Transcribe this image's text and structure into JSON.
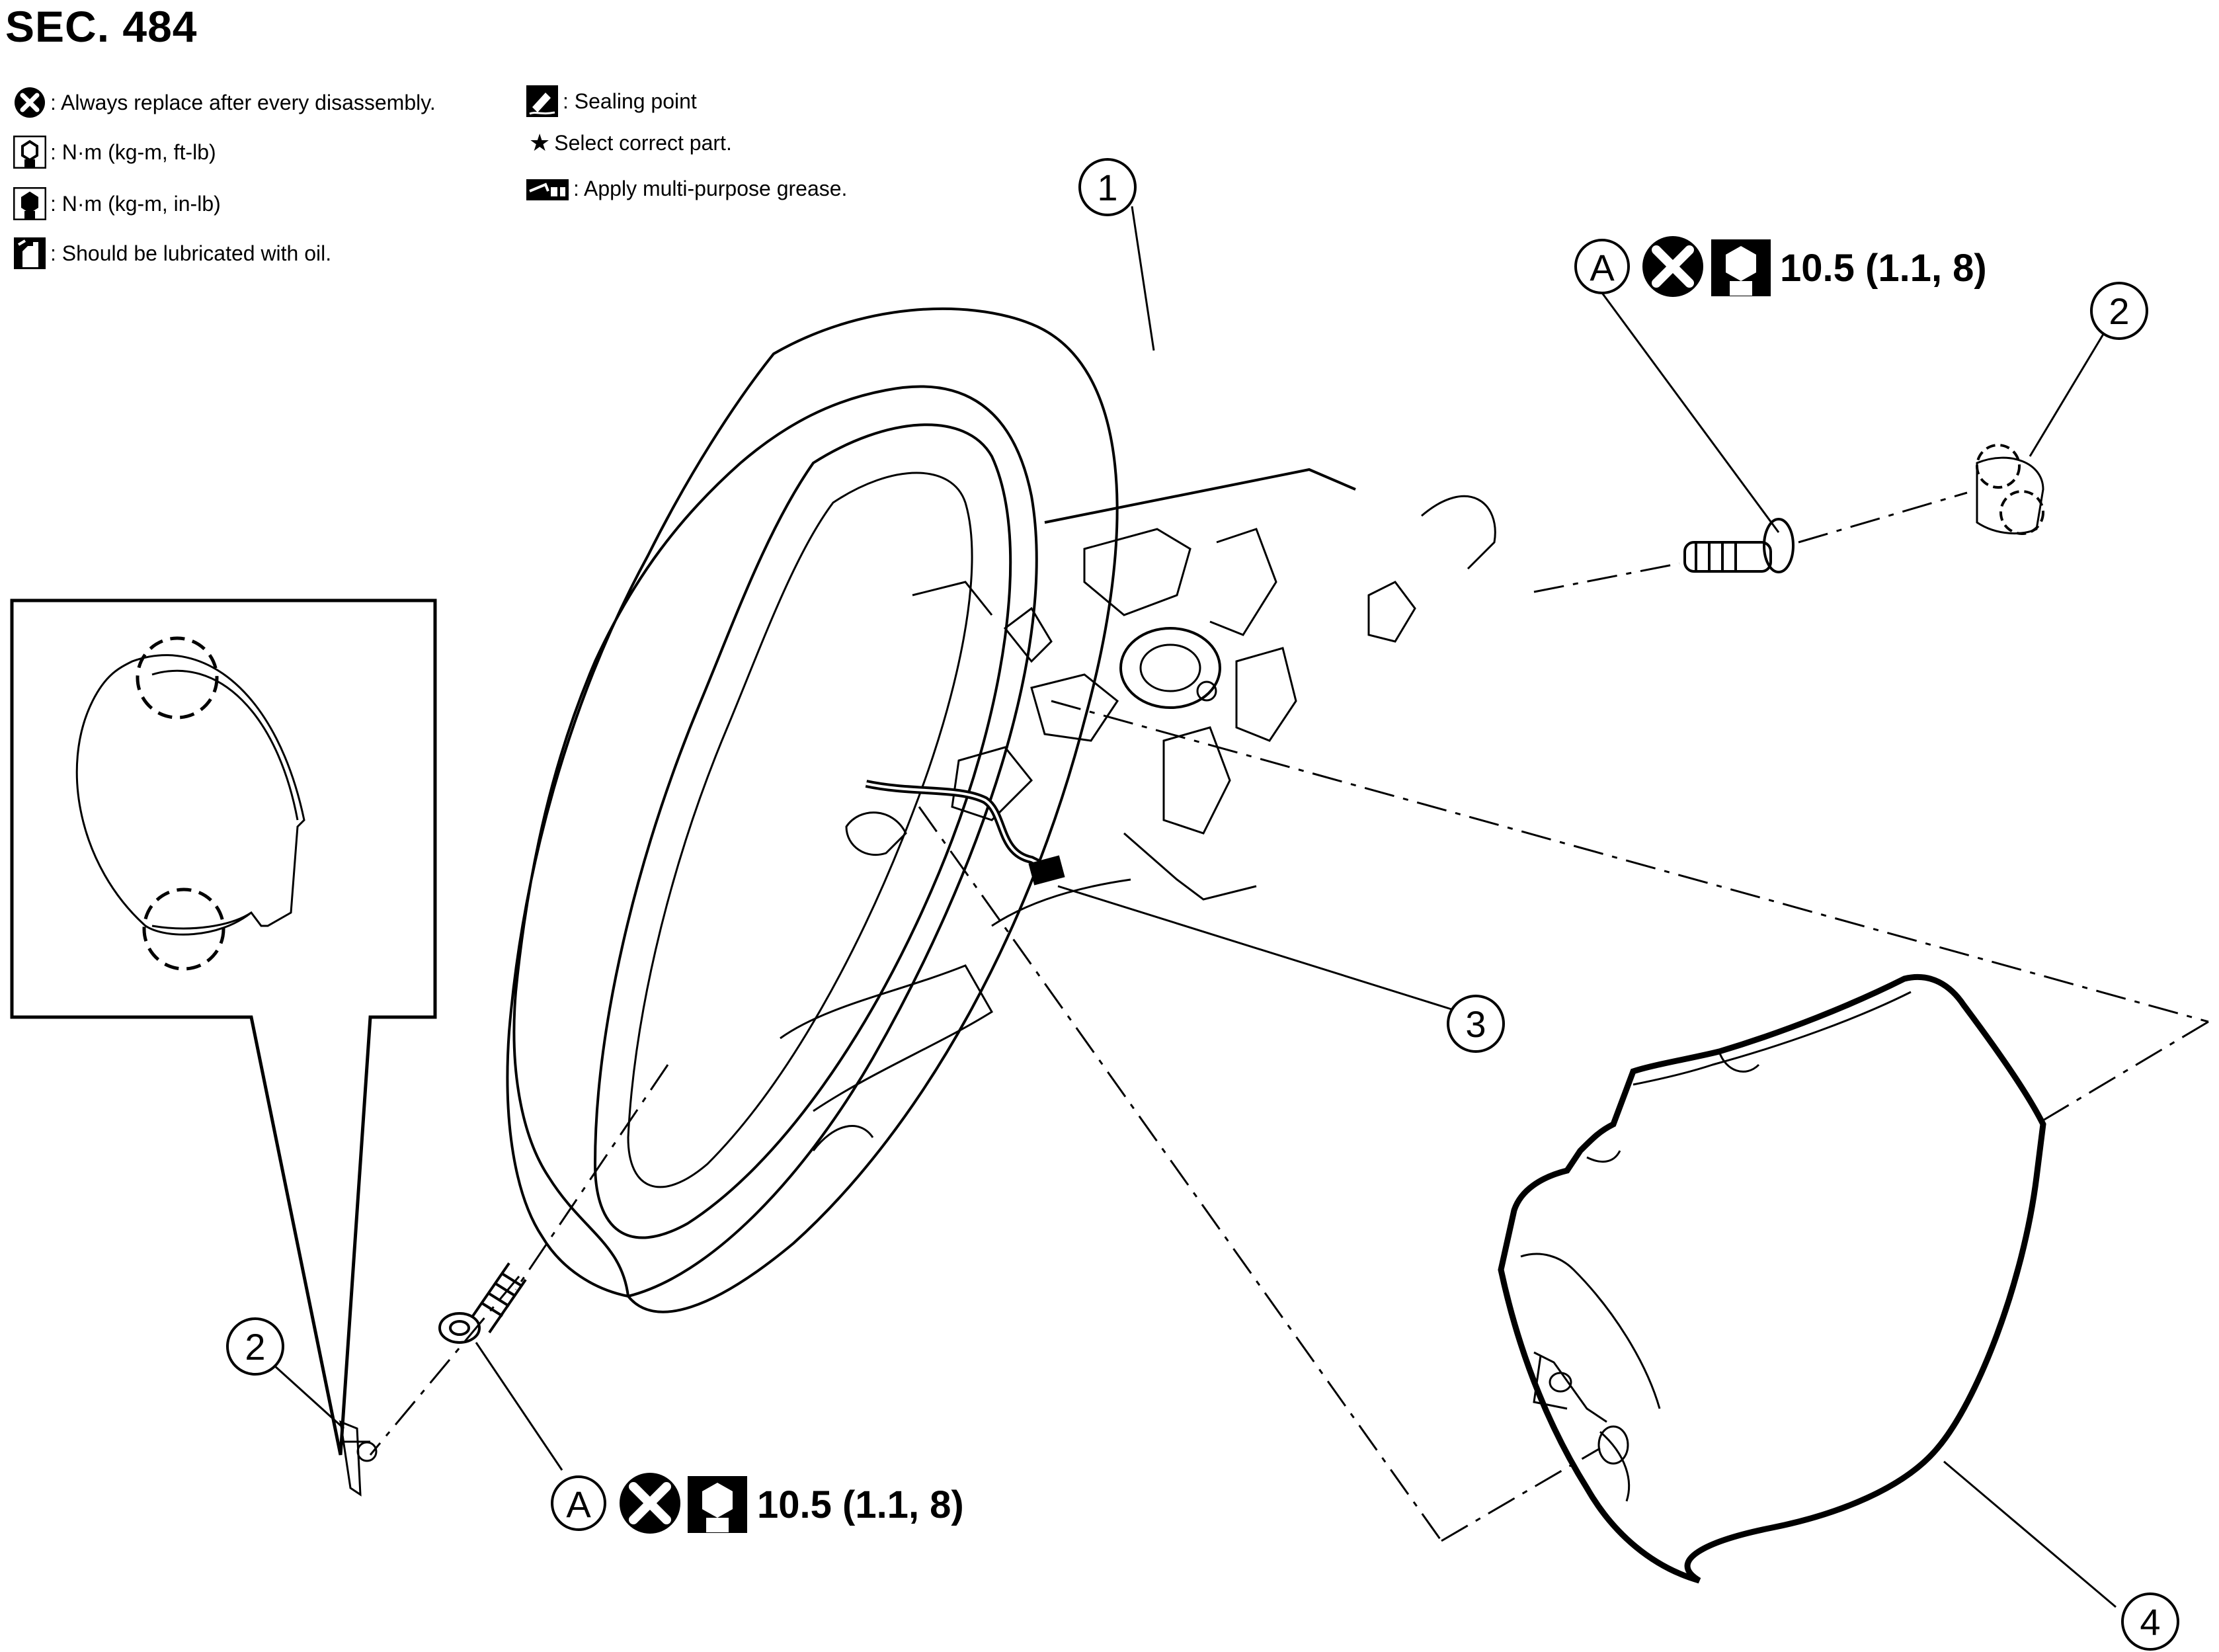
{
  "section_title": "SEC. 484",
  "legend": [
    {
      "icon": "always-replace-icon",
      "text": ": Always replace after every disassembly."
    },
    {
      "icon": "torque-ftlb-icon",
      "text": ": N·m (kg-m, ft-lb)"
    },
    {
      "icon": "torque-inlb-icon",
      "text": ": N·m (kg-m, in-lb)"
    },
    {
      "icon": "oil-lubricate-icon",
      "text": ": Should be lubricated with oil."
    },
    {
      "icon": "sealing-point-icon",
      "text": ": Sealing point"
    },
    {
      "icon": "star-icon",
      "text": "Select correct part."
    },
    {
      "icon": "grease-icon",
      "text": ": Apply multi-purpose grease."
    }
  ],
  "star_symbol": "★",
  "callouts": {
    "c1": "1",
    "c2_right": "2",
    "c2_left": "2",
    "c3": "3",
    "c4": "4"
  },
  "specs": {
    "top": {
      "letter": "A",
      "torque": "10.5 (1.1, 8)"
    },
    "bottom": {
      "letter": "A",
      "torque": "10.5 (1.1, 8)"
    }
  }
}
